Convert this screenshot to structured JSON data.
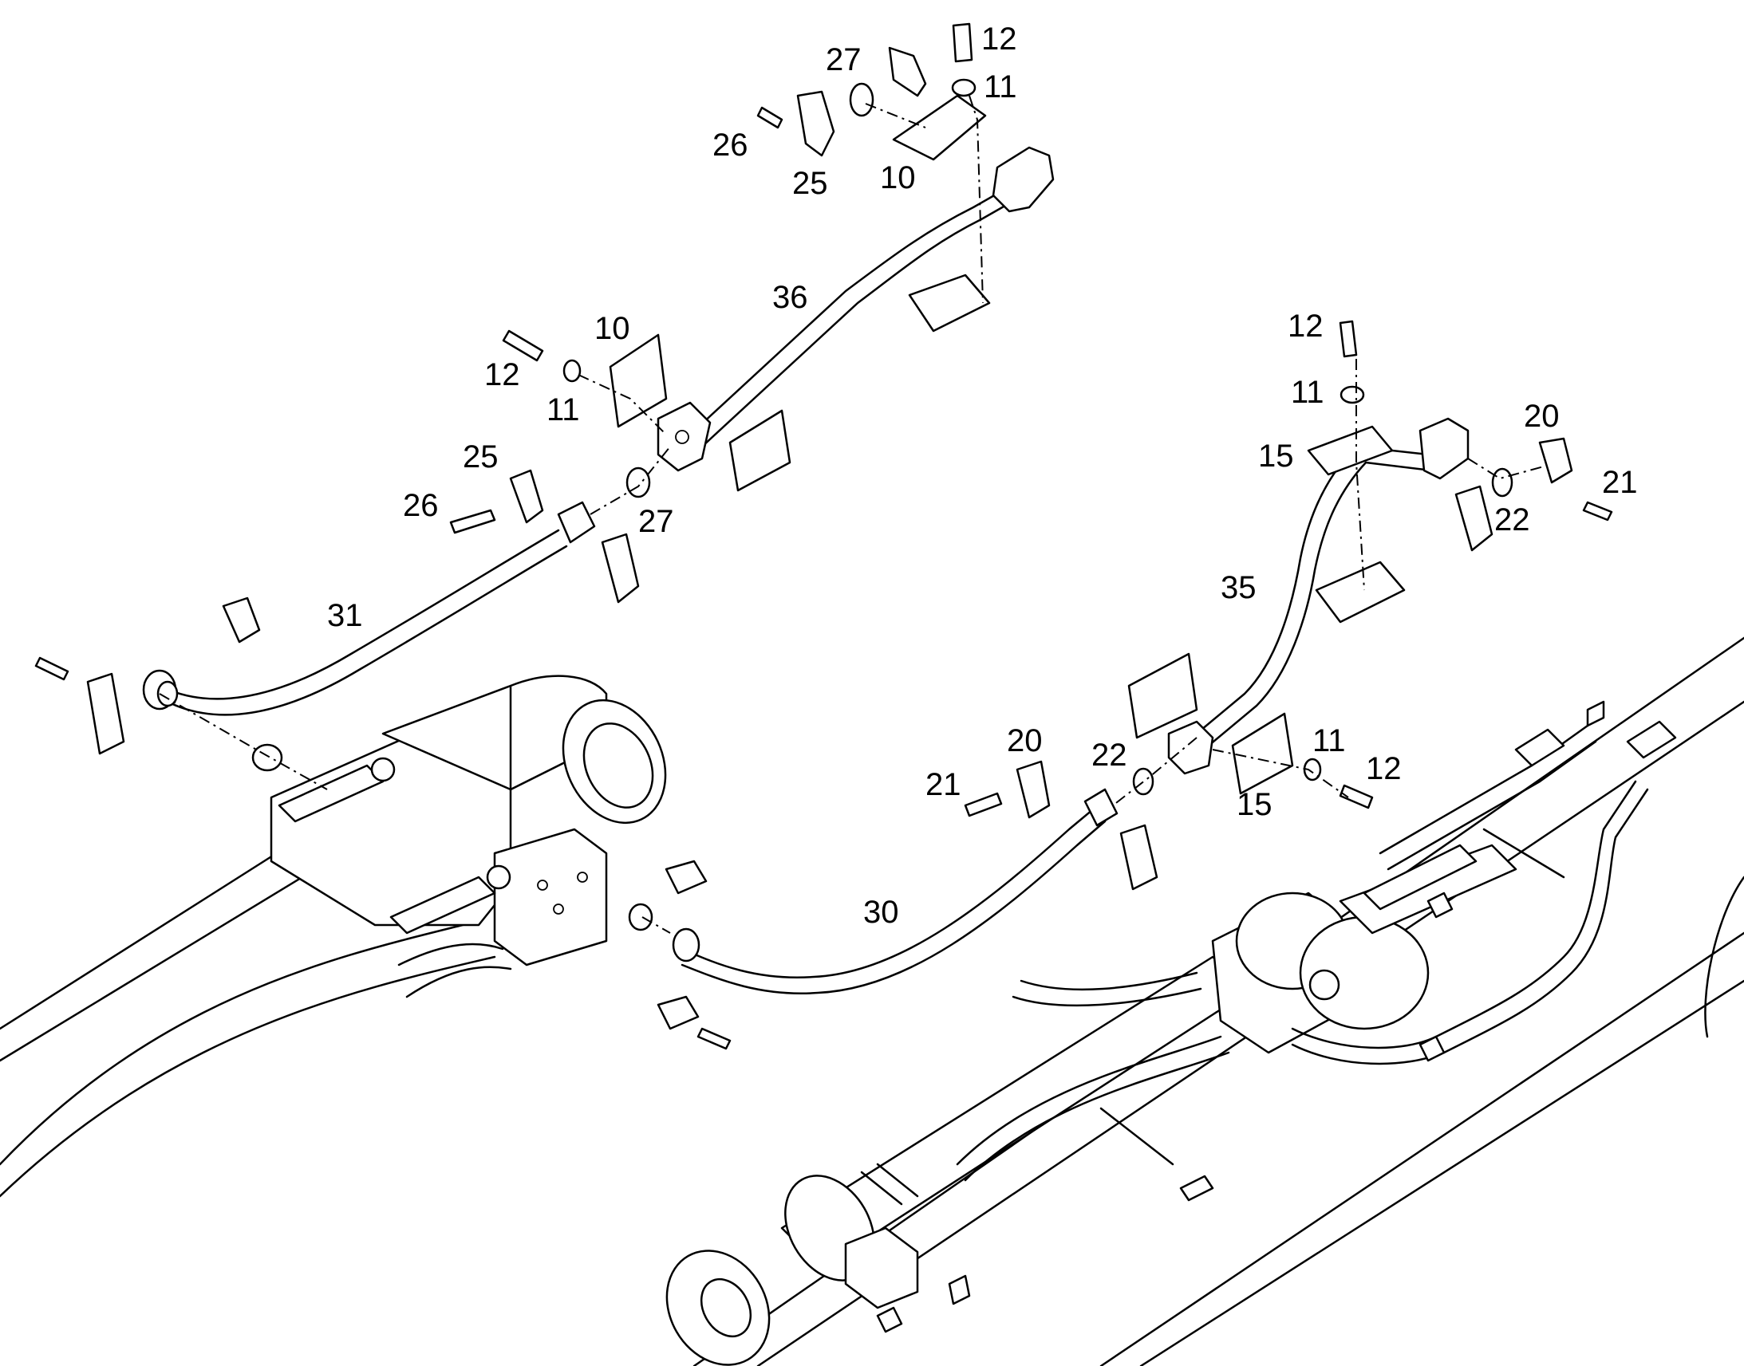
{
  "labels": [
    {
      "id": "l27a",
      "text": "27"
    },
    {
      "id": "l12a",
      "text": "12"
    },
    {
      "id": "l11a",
      "text": "11"
    },
    {
      "id": "l26a",
      "text": "26"
    },
    {
      "id": "l25a",
      "text": "25"
    },
    {
      "id": "l10a",
      "text": "10"
    },
    {
      "id": "l36",
      "text": "36"
    },
    {
      "id": "l10b",
      "text": "10"
    },
    {
      "id": "l12b",
      "text": "12"
    },
    {
      "id": "l11b",
      "text": "11"
    },
    {
      "id": "l25b",
      "text": "25"
    },
    {
      "id": "l26b",
      "text": "26"
    },
    {
      "id": "l27b",
      "text": "27"
    },
    {
      "id": "l31",
      "text": "31"
    },
    {
      "id": "l12c",
      "text": "12"
    },
    {
      "id": "l11c",
      "text": "11"
    },
    {
      "id": "l15a",
      "text": "15"
    },
    {
      "id": "l20a",
      "text": "20"
    },
    {
      "id": "l21a",
      "text": "21"
    },
    {
      "id": "l22a",
      "text": "22"
    },
    {
      "id": "l35",
      "text": "35"
    },
    {
      "id": "l20b",
      "text": "20"
    },
    {
      "id": "l22b",
      "text": "22"
    },
    {
      "id": "l11d",
      "text": "11"
    },
    {
      "id": "l12d",
      "text": "12"
    },
    {
      "id": "l21b",
      "text": "21"
    },
    {
      "id": "l15b",
      "text": "15"
    },
    {
      "id": "l30",
      "text": "30"
    }
  ]
}
